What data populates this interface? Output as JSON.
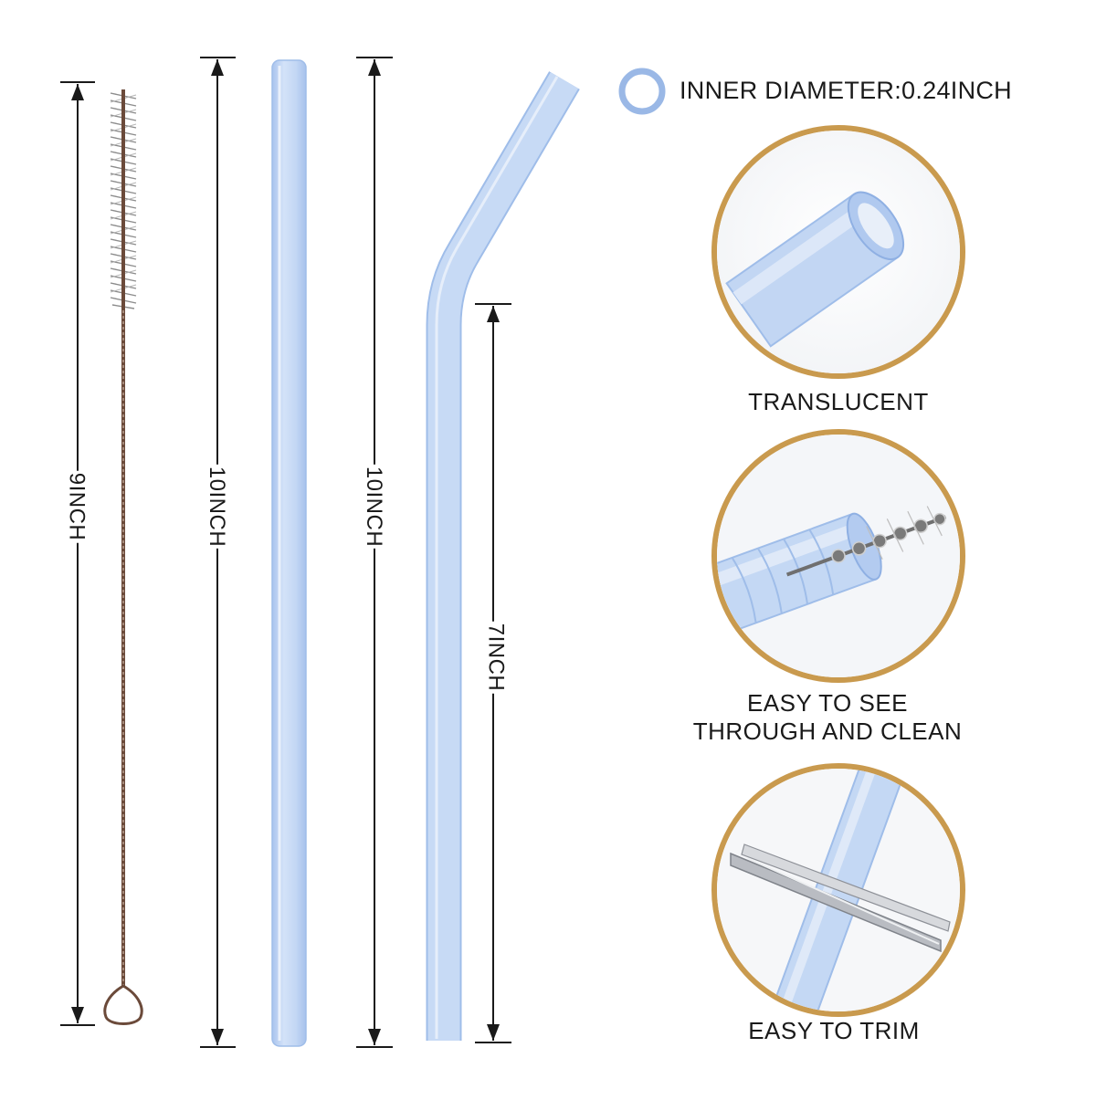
{
  "dimensions": {
    "brush_length": "9INCH",
    "straight_straw_length": "10INCH",
    "bent_straw_length": "10INCH",
    "bent_lower_length": "7INCH"
  },
  "inner_diameter": "INNER DIAMETER:0.24INCH",
  "features": [
    {
      "caption": "TRANSLUCENT"
    },
    {
      "caption_line1": "EASY TO SEE",
      "caption_line2": "THROUGH AND CLEAN"
    },
    {
      "caption": "EASY TO TRIM"
    }
  ],
  "colors": {
    "straw": "#bcd3f3",
    "straw_edge": "#9fbde9",
    "gold_ring": "#c99a4e",
    "ring_blue": "#9ab8e6",
    "text": "#1a1a1a"
  }
}
